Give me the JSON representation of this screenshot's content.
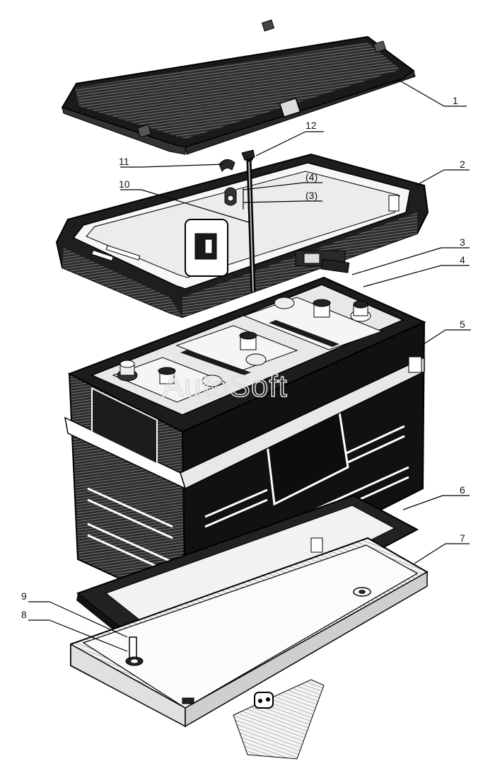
{
  "diagram": {
    "watermark": "AutoSoft",
    "callouts": [
      {
        "id": "1",
        "text": "1"
      },
      {
        "id": "2",
        "text": "2"
      },
      {
        "id": "3",
        "text": "3"
      },
      {
        "id": "4",
        "text": "4"
      },
      {
        "id": "5",
        "text": "5"
      },
      {
        "id": "6",
        "text": "6"
      },
      {
        "id": "7",
        "text": "7"
      },
      {
        "id": "8",
        "text": "8"
      },
      {
        "id": "9",
        "text": "9"
      },
      {
        "id": "10",
        "text": "10"
      },
      {
        "id": "11",
        "text": "11"
      },
      {
        "id": "12",
        "text": "12"
      },
      {
        "id": "p4",
        "text": "(4)"
      },
      {
        "id": "p3",
        "text": "(3)"
      }
    ]
  }
}
